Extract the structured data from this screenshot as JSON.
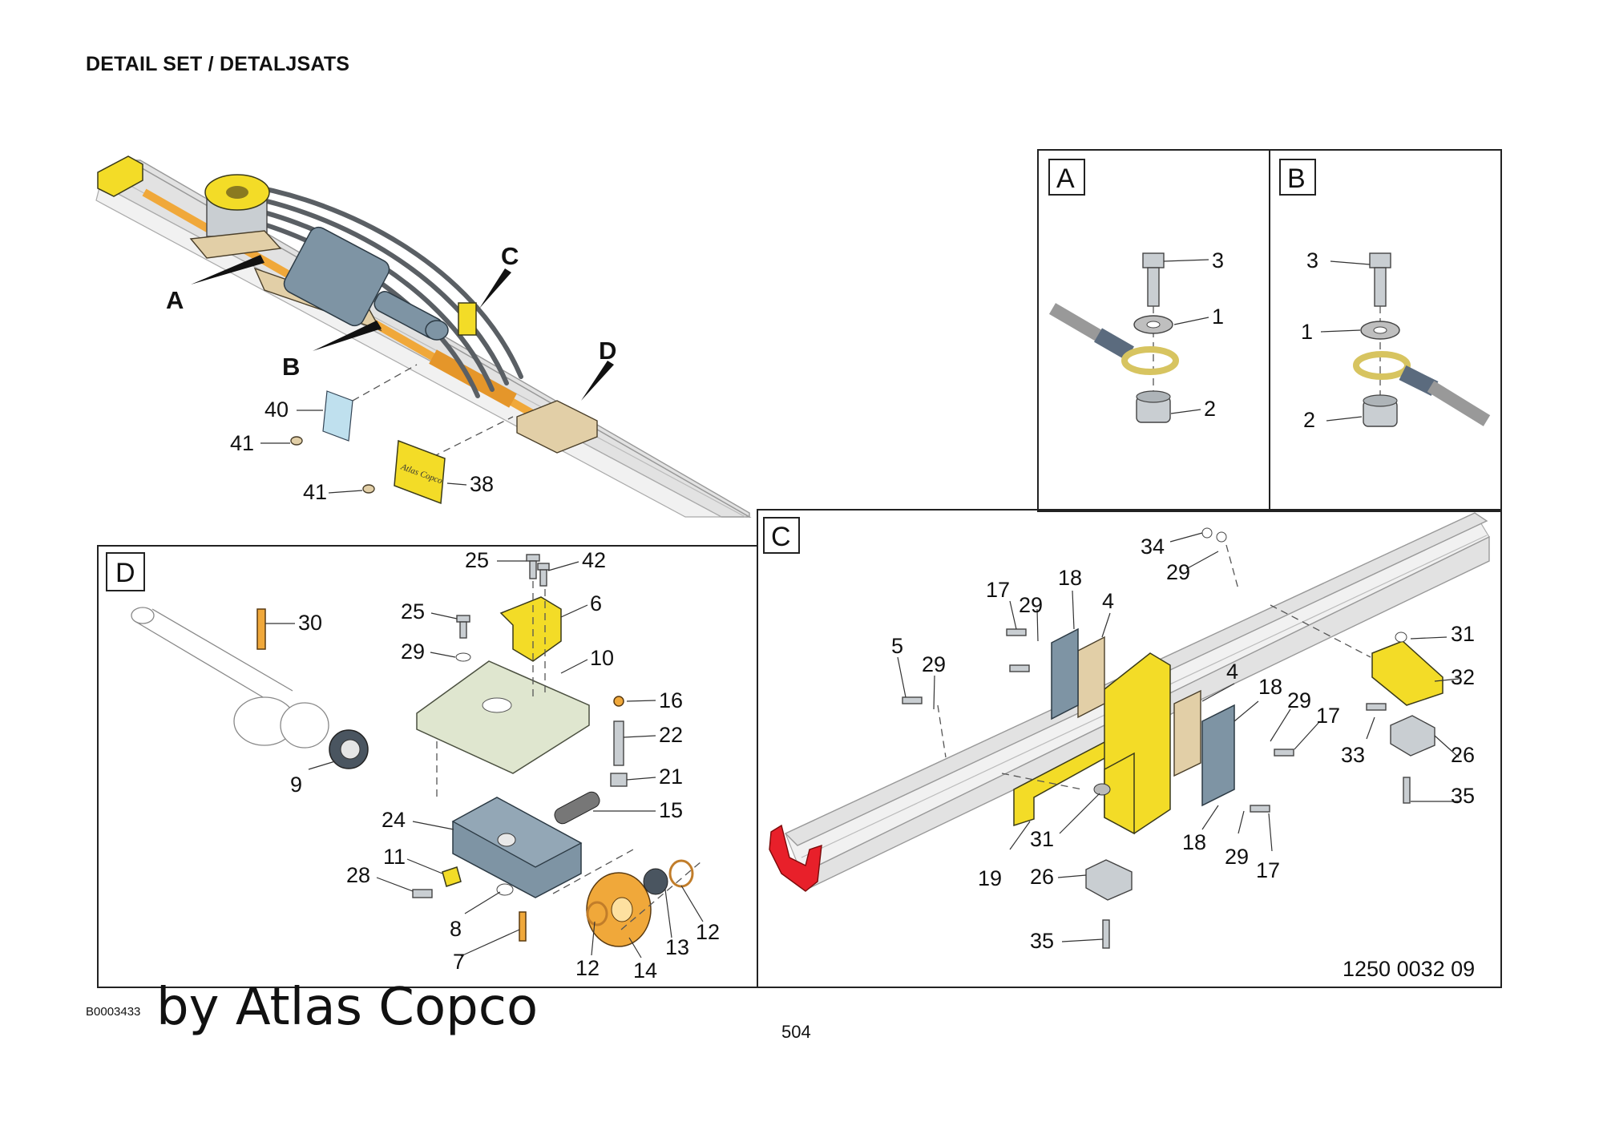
{
  "header": {
    "title": "DETAIL SET / DETALJSATS"
  },
  "footer": {
    "doc_id": "B0003433",
    "brand": "by Atlas Copco",
    "page_number": "504",
    "drawing_number": "1250 0032 09"
  },
  "overview": {
    "callouts": [
      "A",
      "B",
      "C",
      "D"
    ],
    "part_labels": [
      "40",
      "41",
      "41",
      "38"
    ],
    "plate_text": "Atlas Copco"
  },
  "panel_a": {
    "box_label": "A",
    "part_labels": [
      "3",
      "1",
      "2"
    ]
  },
  "panel_b": {
    "box_label": "B",
    "part_labels": [
      "3",
      "1",
      "2"
    ]
  },
  "panel_c": {
    "box_label": "C",
    "part_labels": [
      "34",
      "29",
      "17",
      "29",
      "18",
      "4",
      "5",
      "29",
      "4",
      "18",
      "29",
      "17",
      "31",
      "32",
      "33",
      "26",
      "35",
      "31",
      "18",
      "29",
      "17",
      "19",
      "26",
      "35"
    ]
  },
  "panel_d": {
    "box_label": "D",
    "part_labels": [
      "25",
      "42",
      "25",
      "6",
      "30",
      "29",
      "10",
      "16",
      "22",
      "9",
      "21",
      "24",
      "15",
      "11",
      "28",
      "8",
      "12",
      "7",
      "13",
      "12",
      "14"
    ]
  },
  "colors": {
    "highlight_yellow": "#f3dc27",
    "hose_orange": "#f0a83a",
    "section_red": "#e8202a"
  }
}
